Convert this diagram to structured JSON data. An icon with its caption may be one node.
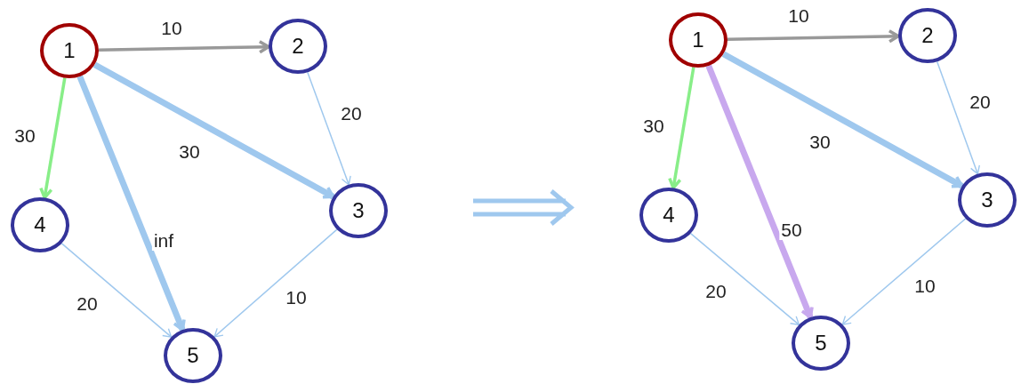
{
  "diagram": {
    "nodes": [
      {
        "text": [
          "1"
        ]
      },
      {
        "text": [
          "2"
        ]
      },
      {
        "text": [
          "3"
        ]
      },
      {
        "text": [
          "4"
        ]
      },
      {
        "text": [
          "5"
        ]
      },
      {
        "text": [
          "1"
        ]
      },
      {
        "text": [
          "2"
        ]
      },
      {
        "text": [
          "3"
        ]
      },
      {
        "text": [
          "4"
        ]
      },
      {
        "text": [
          "5"
        ]
      }
    ],
    "edges": [
      {
        "from": 0,
        "to": 1,
        "arrow": "to",
        "label": "10",
        "color": "#999999"
      },
      {
        "from": 0,
        "to": 3,
        "arrow": "to",
        "label": "30",
        "color": "#88ee88"
      },
      {
        "from": 0,
        "to": 4,
        "arrow": "to",
        "label": "inf",
        "style": "thick"
      },
      {
        "from": 0,
        "to": 2,
        "arrow": "to",
        "label": "30",
        "style": "thick"
      },
      {
        "from": 1,
        "to": 2,
        "arrow": "to",
        "label": "20"
      },
      {
        "from": 3,
        "to": 4,
        "arrow": "to",
        "label": "20"
      },
      {
        "from": 2,
        "to": 4,
        "arrow": "to",
        "label": "10"
      },
      {
        "from": 5,
        "to": 6,
        "arrow": "to",
        "label": "10",
        "color": "#999999"
      },
      {
        "from": 5,
        "to": 8,
        "arrow": "to",
        "label": "30",
        "color": "#88ee88"
      },
      {
        "from": 5,
        "to": 9,
        "arrow": "to",
        "label": "50",
        "style": "thick",
        "color": "#c8a8ee"
      },
      {
        "from": 5,
        "to": 7,
        "arrow": "to",
        "label": "30",
        "style": "thick"
      },
      {
        "from": 6,
        "to": 7,
        "arrow": "to",
        "label": "20"
      },
      {
        "from": 8,
        "to": 9,
        "arrow": "to",
        "label": "20"
      },
      {
        "from": 7,
        "to": 9,
        "arrow": "to",
        "label": "10"
      }
    ]
  }
}
